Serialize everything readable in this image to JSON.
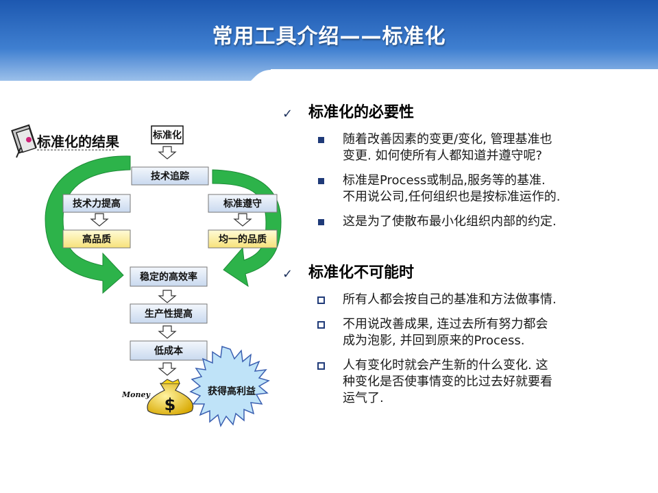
{
  "slide": {
    "title": "常用工具介绍——标准化"
  },
  "diagram": {
    "result_label": "标准化的结果",
    "nodes": {
      "start": "标准化",
      "tracking": "技术追踪",
      "tech_up": "技术力提高",
      "std_comply": "标准遵守",
      "high_quality": "高品质",
      "uniform_quality": "均一的品质",
      "stable_eff": "稳定的高效率",
      "productivity": "生产性提高",
      "low_cost": "低成本"
    },
    "money_label": "Money",
    "dollar_sign": "$",
    "profit_burst": "获得高利益"
  },
  "sections": [
    {
      "title": "标准化的必要性",
      "bullet_style": "filled-square",
      "items": [
        [
          "随着改善因素的变更/变化, 管理基准也",
          "变更. 如何使所有人都知道并遵守呢?"
        ],
        [
          "标准是Process或制品,服务等的基准.",
          "不用说公司,任何组织也是按标准运作的."
        ],
        [
          "这是为了使散布最小化组织内部的约定."
        ]
      ]
    },
    {
      "title": "标准化不可能时",
      "bullet_style": "hollow-square",
      "items": [
        [
          "所有人都会按自己的基准和方法做事情."
        ],
        [
          "不用说改善成果, 连过去所有努力都会",
          "成为泡影, 并回到原来的Process."
        ],
        [
          "人有变化时就会产生新的什么变化. 这",
          "种变化是否使事情变的比过去好就要看",
          "运气了."
        ]
      ]
    }
  ],
  "colors": {
    "header_blue": "#2f6fc4",
    "box_yellow": "#fdf2a8",
    "box_blue": "#dbe7f6",
    "arrow_green": "#2db34a",
    "burst_blue": "#bfe3f8",
    "bag_yellow": "#f5d21a"
  }
}
